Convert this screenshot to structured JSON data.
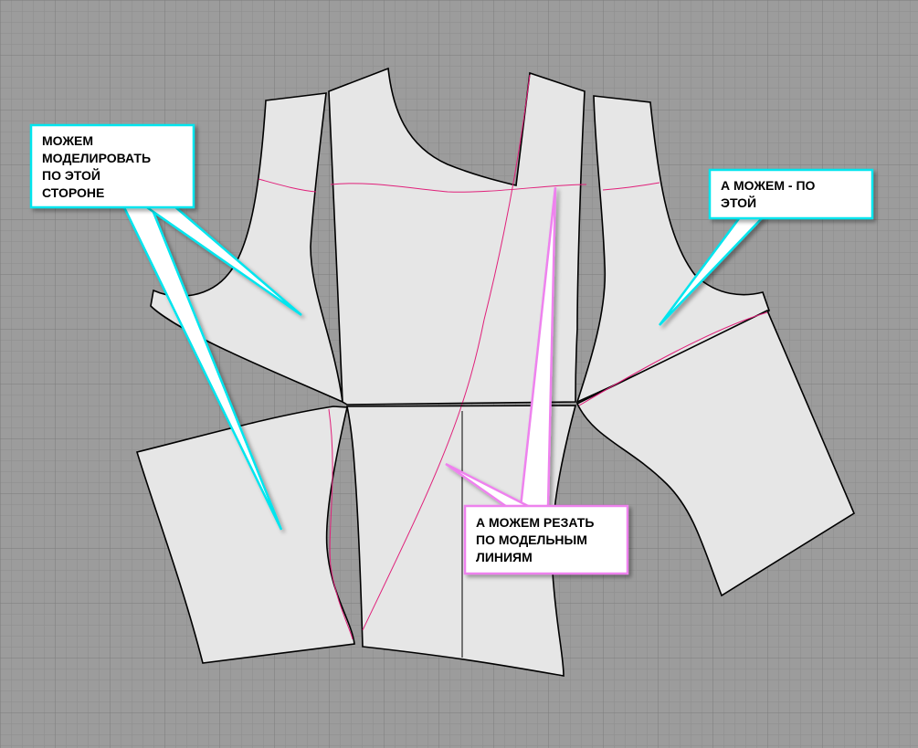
{
  "callouts": {
    "left": {
      "text": "МОЖЕМ\nМОДЕЛИРОВАТЬ\nПО ЭТОЙ\nСТОРОНЕ",
      "border_color": "#00e5ee"
    },
    "right": {
      "text": "А МОЖЕМ - ПО\nЭТОЙ",
      "border_color": "#00e5ee"
    },
    "center": {
      "text": "А МОЖЕМ РЕЗАТЬ\nПО МОДЕЛЬНЫМ\nЛИНИЯМ",
      "border_color": "#ee82ee"
    }
  },
  "colors": {
    "background": "#9c9c9c",
    "piece_fill": "#e6e6e6",
    "model_line": "#e0207a"
  }
}
